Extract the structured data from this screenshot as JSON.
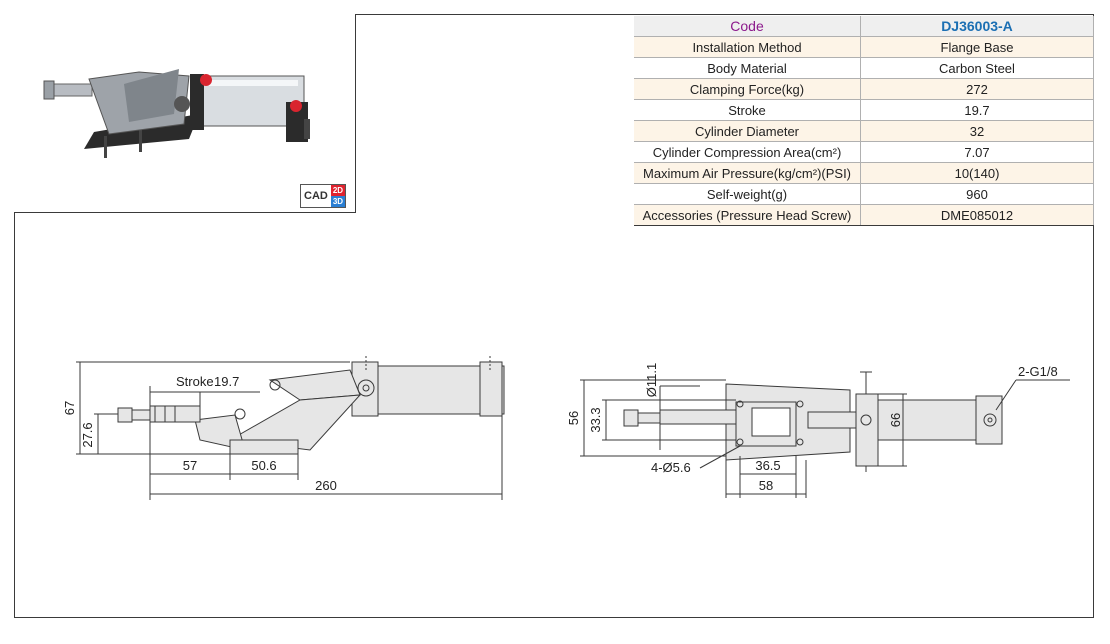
{
  "spec_table": {
    "header": {
      "label": "Code",
      "value": "DJ36003-A"
    },
    "rows": [
      {
        "label": "Installation Method",
        "value": "Flange Base"
      },
      {
        "label": "Body Material",
        "value": "Carbon Steel"
      },
      {
        "label": "Clamping Force(kg)",
        "value": "272"
      },
      {
        "label": "Stroke",
        "value": "19.7"
      },
      {
        "label": "Cylinder Diameter",
        "value": "32"
      },
      {
        "label": "Cylinder Compression Area(cm²)",
        "value": "7.07"
      },
      {
        "label": "Maximum Air Pressure(kg/cm²)(PSI)",
        "value": "10(140)"
      },
      {
        "label": "Self-weight(g)",
        "value": "960"
      },
      {
        "label": "Accessories (Pressure Head Screw)",
        "value": "DME085012"
      }
    ]
  },
  "cad_badge": {
    "text": "CAD",
    "two_d": "2D",
    "three_d": "3D"
  },
  "side_view": {
    "stroke_label": "Stroke",
    "stroke_value": "19.7",
    "height_total": "67",
    "height_axis": "27.6",
    "dim_57": "57",
    "dim_50_6": "50.6",
    "dim_260": "260"
  },
  "top_view": {
    "dia_11": "Ø11.1",
    "width_56": "56",
    "width_33": "33.3",
    "holes": "4-Ø5.6",
    "dim_36_5": "36.5",
    "dim_58": "58",
    "height_66": "66",
    "port": "2-G1/8"
  },
  "colors": {
    "line": "#3a3a3a",
    "fill_metal": "#e6e6e6",
    "red_cap": "#d9252f",
    "photo_dark": "#2b2b2b"
  }
}
